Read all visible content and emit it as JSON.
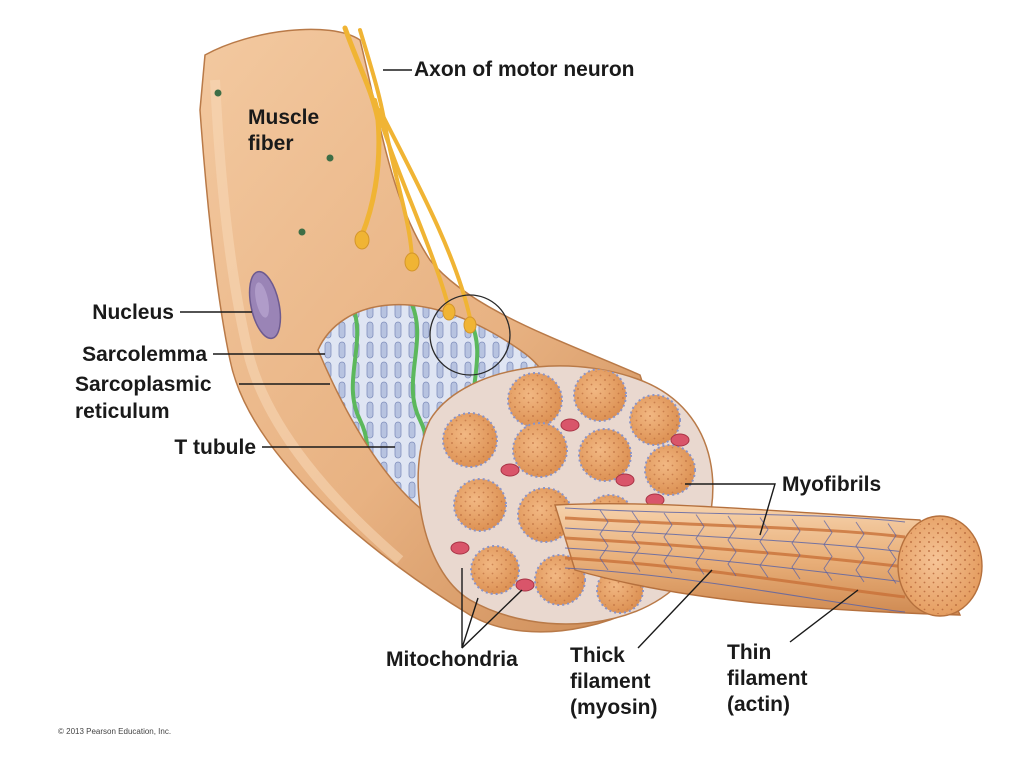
{
  "labels": {
    "axon": "Axon of motor neuron",
    "muscle_fiber": [
      "Muscle",
      "fiber"
    ],
    "nucleus": "Nucleus",
    "sarcolemma": "Sarcolemma",
    "sarcoplasmic_reticulum": [
      "Sarcoplasmic",
      "reticulum"
    ],
    "t_tubule": "T tubule",
    "myofibrils": "Myofibrils",
    "mitochondria": "Mitochondria",
    "thick_filament": [
      "Thick",
      "filament",
      "(myosin)"
    ],
    "thin_filament": [
      "Thin",
      "filament",
      "(actin)"
    ]
  },
  "credit": "© 2013 Pearson Education, Inc.",
  "colors": {
    "fiber": "#e8b282",
    "fiber_dark": "#c98650",
    "fiber_light": "#f6d2ac",
    "axon": "#f0b434",
    "nucleus": "#9a84b6",
    "sr": "#c9d3ea",
    "t_tubule": "#5cb85c",
    "myofibril": "#e39a5c",
    "mitochondria": "#d9556a",
    "filament_line": "#5560a8"
  }
}
